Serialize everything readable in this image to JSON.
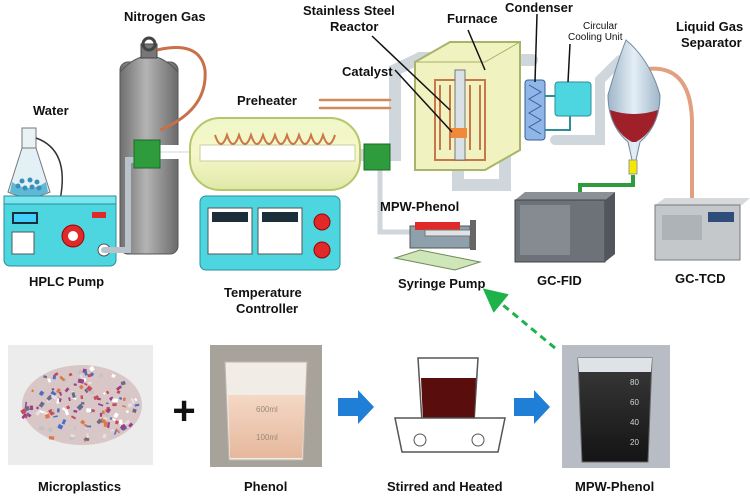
{
  "labels": {
    "nitrogen": "Nitrogen Gas",
    "stainless": "Stainless Steel",
    "reactor": "Reactor",
    "furnace": "Furnace",
    "condenser": "Condenser",
    "cooling1": "Circular",
    "cooling2": "Cooling Unit",
    "liquidgas1": "Liquid Gas",
    "liquidgas2": "Separator",
    "water": "Water",
    "catalyst": "Catalyst",
    "preheater": "Preheater",
    "hplc": "HPLC Pump",
    "temp1": "Temperature",
    "temp2": "Controller",
    "mpw_top": "MPW-Phenol",
    "syringe": "Syringe Pump",
    "gcfid": "GC-FID",
    "gctcd": "GC-TCD",
    "microplastics": "Microplastics",
    "phenol": "Phenol",
    "stirred": "Stirred and Heated",
    "mpw_bottom": "MPW-Phenol"
  },
  "beaker_marks": {
    "phenol_beaker": [
      "600ml",
      "100ml"
    ],
    "mpw_beaker": [
      "80",
      "60",
      "40",
      "20"
    ]
  },
  "symbols": {
    "plus": "+"
  },
  "colors": {
    "pump_blue": "#4dd6e0",
    "preheater_yellow": "#f2f2a0",
    "pipe_grey": "#cfd6dc",
    "copper": "#d08a5a",
    "cylinder": "#8a8a8a",
    "arrow_blue": "#1f7fd6",
    "dashed_green": "#1db34a",
    "mixture_dark": "#5a0d0d"
  }
}
